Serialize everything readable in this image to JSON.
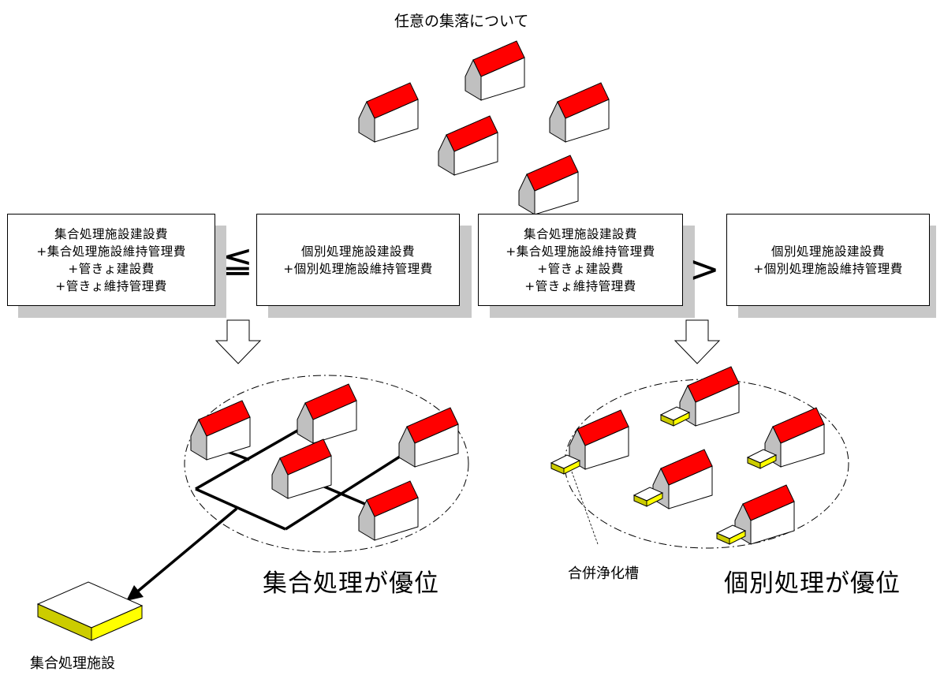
{
  "title": "任意の集落について",
  "left_comparison": {
    "collective_box": [
      "集合処理施設建設費",
      "+集合処理施設維持管理費",
      "+管きょ建設費",
      "+管きょ維持管理費"
    ],
    "operator": "≦",
    "individual_box": [
      "個別処理施設建設費",
      "+個別処理施設維持管理費"
    ]
  },
  "right_comparison": {
    "collective_box": [
      "集合処理施設建設費",
      "+集合処理施設維持管理費",
      "+管きょ建設費",
      "+管きょ維持管理費"
    ],
    "operator": ">",
    "individual_box": [
      "個別処理施設建設費",
      "+個別処理施設維持管理費"
    ]
  },
  "collective_result": "集合処理が優位",
  "individual_result": "個別処理が優位",
  "treatment_facility_label": "集合処理施設",
  "septic_tank_label": "合併浄化槽",
  "colors": {
    "roof": "#ff0000",
    "tank_top": "#ffff00",
    "tank_front": "#999900",
    "wall_side": "#c0c0c0",
    "shadow": "#c8c8c8"
  }
}
